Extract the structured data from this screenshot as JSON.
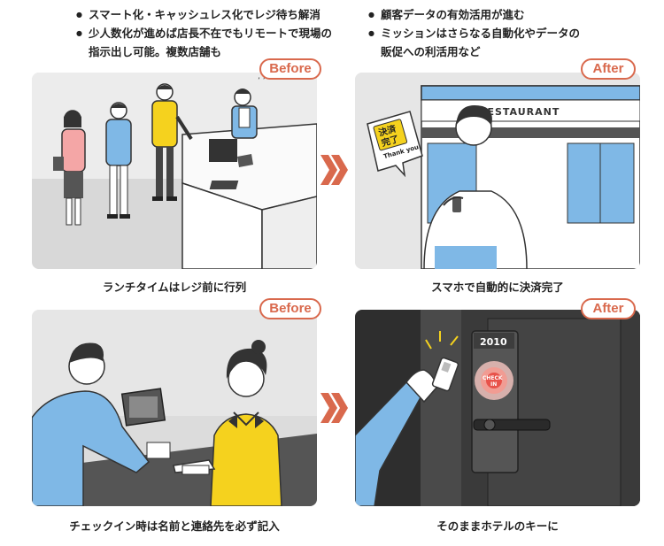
{
  "bullets_left": {
    "items": [
      "スマート化・キャッシュレス化でレジ待ち解消",
      "少人数化が進めば店長不在でもリモートで現場の"
    ],
    "continuation": "指示出し可能。複数店舗も"
  },
  "bullets_right": {
    "items": [
      "顧客データの有効活用が進む",
      "ミッションはさらなる自動化やデータの"
    ],
    "continuation": "販促への利活用など"
  },
  "panels": [
    {
      "tag": "Before",
      "caption": "ランチタイムはレジ前に行列"
    },
    {
      "tag": "After",
      "caption": "スマホで自動的に決済完了",
      "sign_text": "RESTAURANT",
      "bubble_line1": "決済",
      "bubble_line2": "完了",
      "bubble_thanks": "Thank you"
    },
    {
      "tag": "Before",
      "caption": "チェックイン時は名前と連絡先を必ず記入"
    },
    {
      "tag": "After",
      "caption": "そのままホテルのキーに",
      "room_number": "2010",
      "checkin_line1": "CHECK",
      "checkin_line2": "IN"
    }
  ],
  "colors": {
    "accent": "#d9694d",
    "panel_bg": "#e6e6e6",
    "yellow": "#f5d21e",
    "blue": "#7fb8e6",
    "pink": "#f4a6a6",
    "checkin_red": "#e8524a"
  }
}
